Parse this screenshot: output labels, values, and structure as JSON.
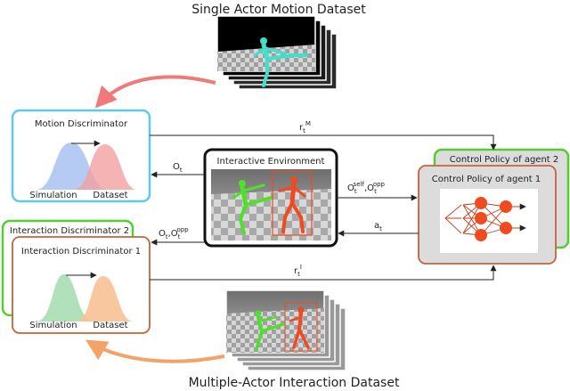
{
  "titles": {
    "single_dataset": "Single Actor Motion Dataset",
    "multi_dataset": "Multiple-Actor Interaction Dataset"
  },
  "motion_discriminator": {
    "title": "Motion Discriminator",
    "left_label": "Simulation",
    "right_label": "Dataset"
  },
  "interaction_discriminator": {
    "back_title": "Interaction Discriminator 2",
    "front_title": "Interaction Discriminator 1",
    "left_label": "Simulation",
    "right_label": "Dataset"
  },
  "environment": {
    "title": "Interactive Environment"
  },
  "policy": {
    "back_title": "Control Policy of agent 2",
    "front_title": "Control Policy of agent 1"
  },
  "signals": {
    "r_motion": {
      "base": "r",
      "sub": "t",
      "sup": "M"
    },
    "r_interaction": {
      "base": "r",
      "sub": "t",
      "sup": "I"
    },
    "obs_to_motion": {
      "base": "O",
      "sub": "t"
    },
    "obs_to_interaction": {
      "base1": "O",
      "sub1": "t",
      "sep": ",O",
      "sub2": "t",
      "sup2": "opp"
    },
    "obs_to_policy": {
      "base1": "O",
      "sub1": "t",
      "sup1": "self",
      "sep": ",O",
      "sub2": "t",
      "sup2": "opp"
    },
    "action": {
      "base": "a",
      "sub": "t"
    }
  },
  "colors": {
    "motion_border": "#5bc9f0",
    "interaction_outer_border": "#55cc33",
    "interaction_inner_border": "#c8623a",
    "policy_back_border": "#55cc33",
    "policy_front_border": "#c8623a",
    "policy_fill": "#dcdcdc",
    "sim_blue": "#a9c2f2",
    "data_red": "#f2a0a0",
    "sim_green": "#a8deb4",
    "data_orange": "#f7c193",
    "arrow_pink": "#f07a7a",
    "arrow_orange": "#f5a268",
    "agent_red": "#f04a1e",
    "agent_green": "#4ee02a",
    "agent_cyan": "#3fe0cc"
  }
}
